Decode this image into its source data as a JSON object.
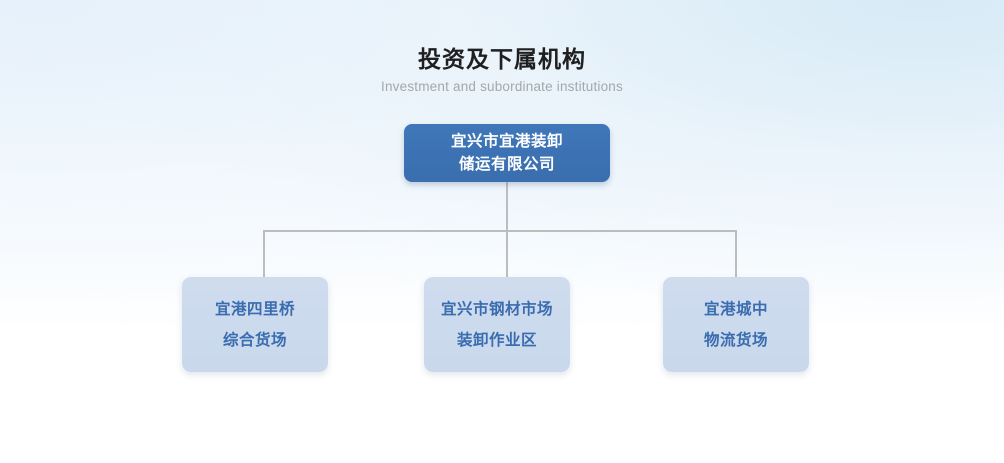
{
  "page": {
    "title_cn": "投资及下属机构",
    "title_en": "Investment and subordinate institutions"
  },
  "colors": {
    "root_node_fill": "#3a72b5",
    "root_node_text": "#ffffff",
    "child_node_fill": "#ccdcef",
    "child_node_text": "#3a6cb0",
    "connector_line": "#bdbdbd",
    "title_text": "#1f1f1f",
    "subtitle_text": "#a3a8ad",
    "background_top": "#e8f1fa",
    "background_bottom": "#ffffff"
  },
  "chart_data": {
    "type": "diagram",
    "diagram_kind": "organization-chart",
    "title": "投资及下属机构",
    "subtitle": "Investment and subordinate institutions",
    "orientation": "top-down",
    "levels": 2,
    "root": {
      "id": "root",
      "lines": [
        "宜兴市宜港装卸",
        "储运有限公司"
      ],
      "full_text": "宜兴市宜港装卸储运有限公司"
    },
    "children": [
      {
        "id": "child-0",
        "lines": [
          "宜港四里桥",
          "综合货场"
        ],
        "full_text": "宜港四里桥综合货场"
      },
      {
        "id": "child-1",
        "lines": [
          "宜兴市钢材市场",
          "装卸作业区"
        ],
        "full_text": "宜兴市钢材市场装卸作业区"
      },
      {
        "id": "child-2",
        "lines": [
          "宜港城中",
          "物流货场"
        ],
        "full_text": "宜港城中物流货场"
      }
    ],
    "edges": [
      {
        "from": "root",
        "to": "child-0"
      },
      {
        "from": "root",
        "to": "child-1"
      },
      {
        "from": "root",
        "to": "child-2"
      }
    ]
  }
}
